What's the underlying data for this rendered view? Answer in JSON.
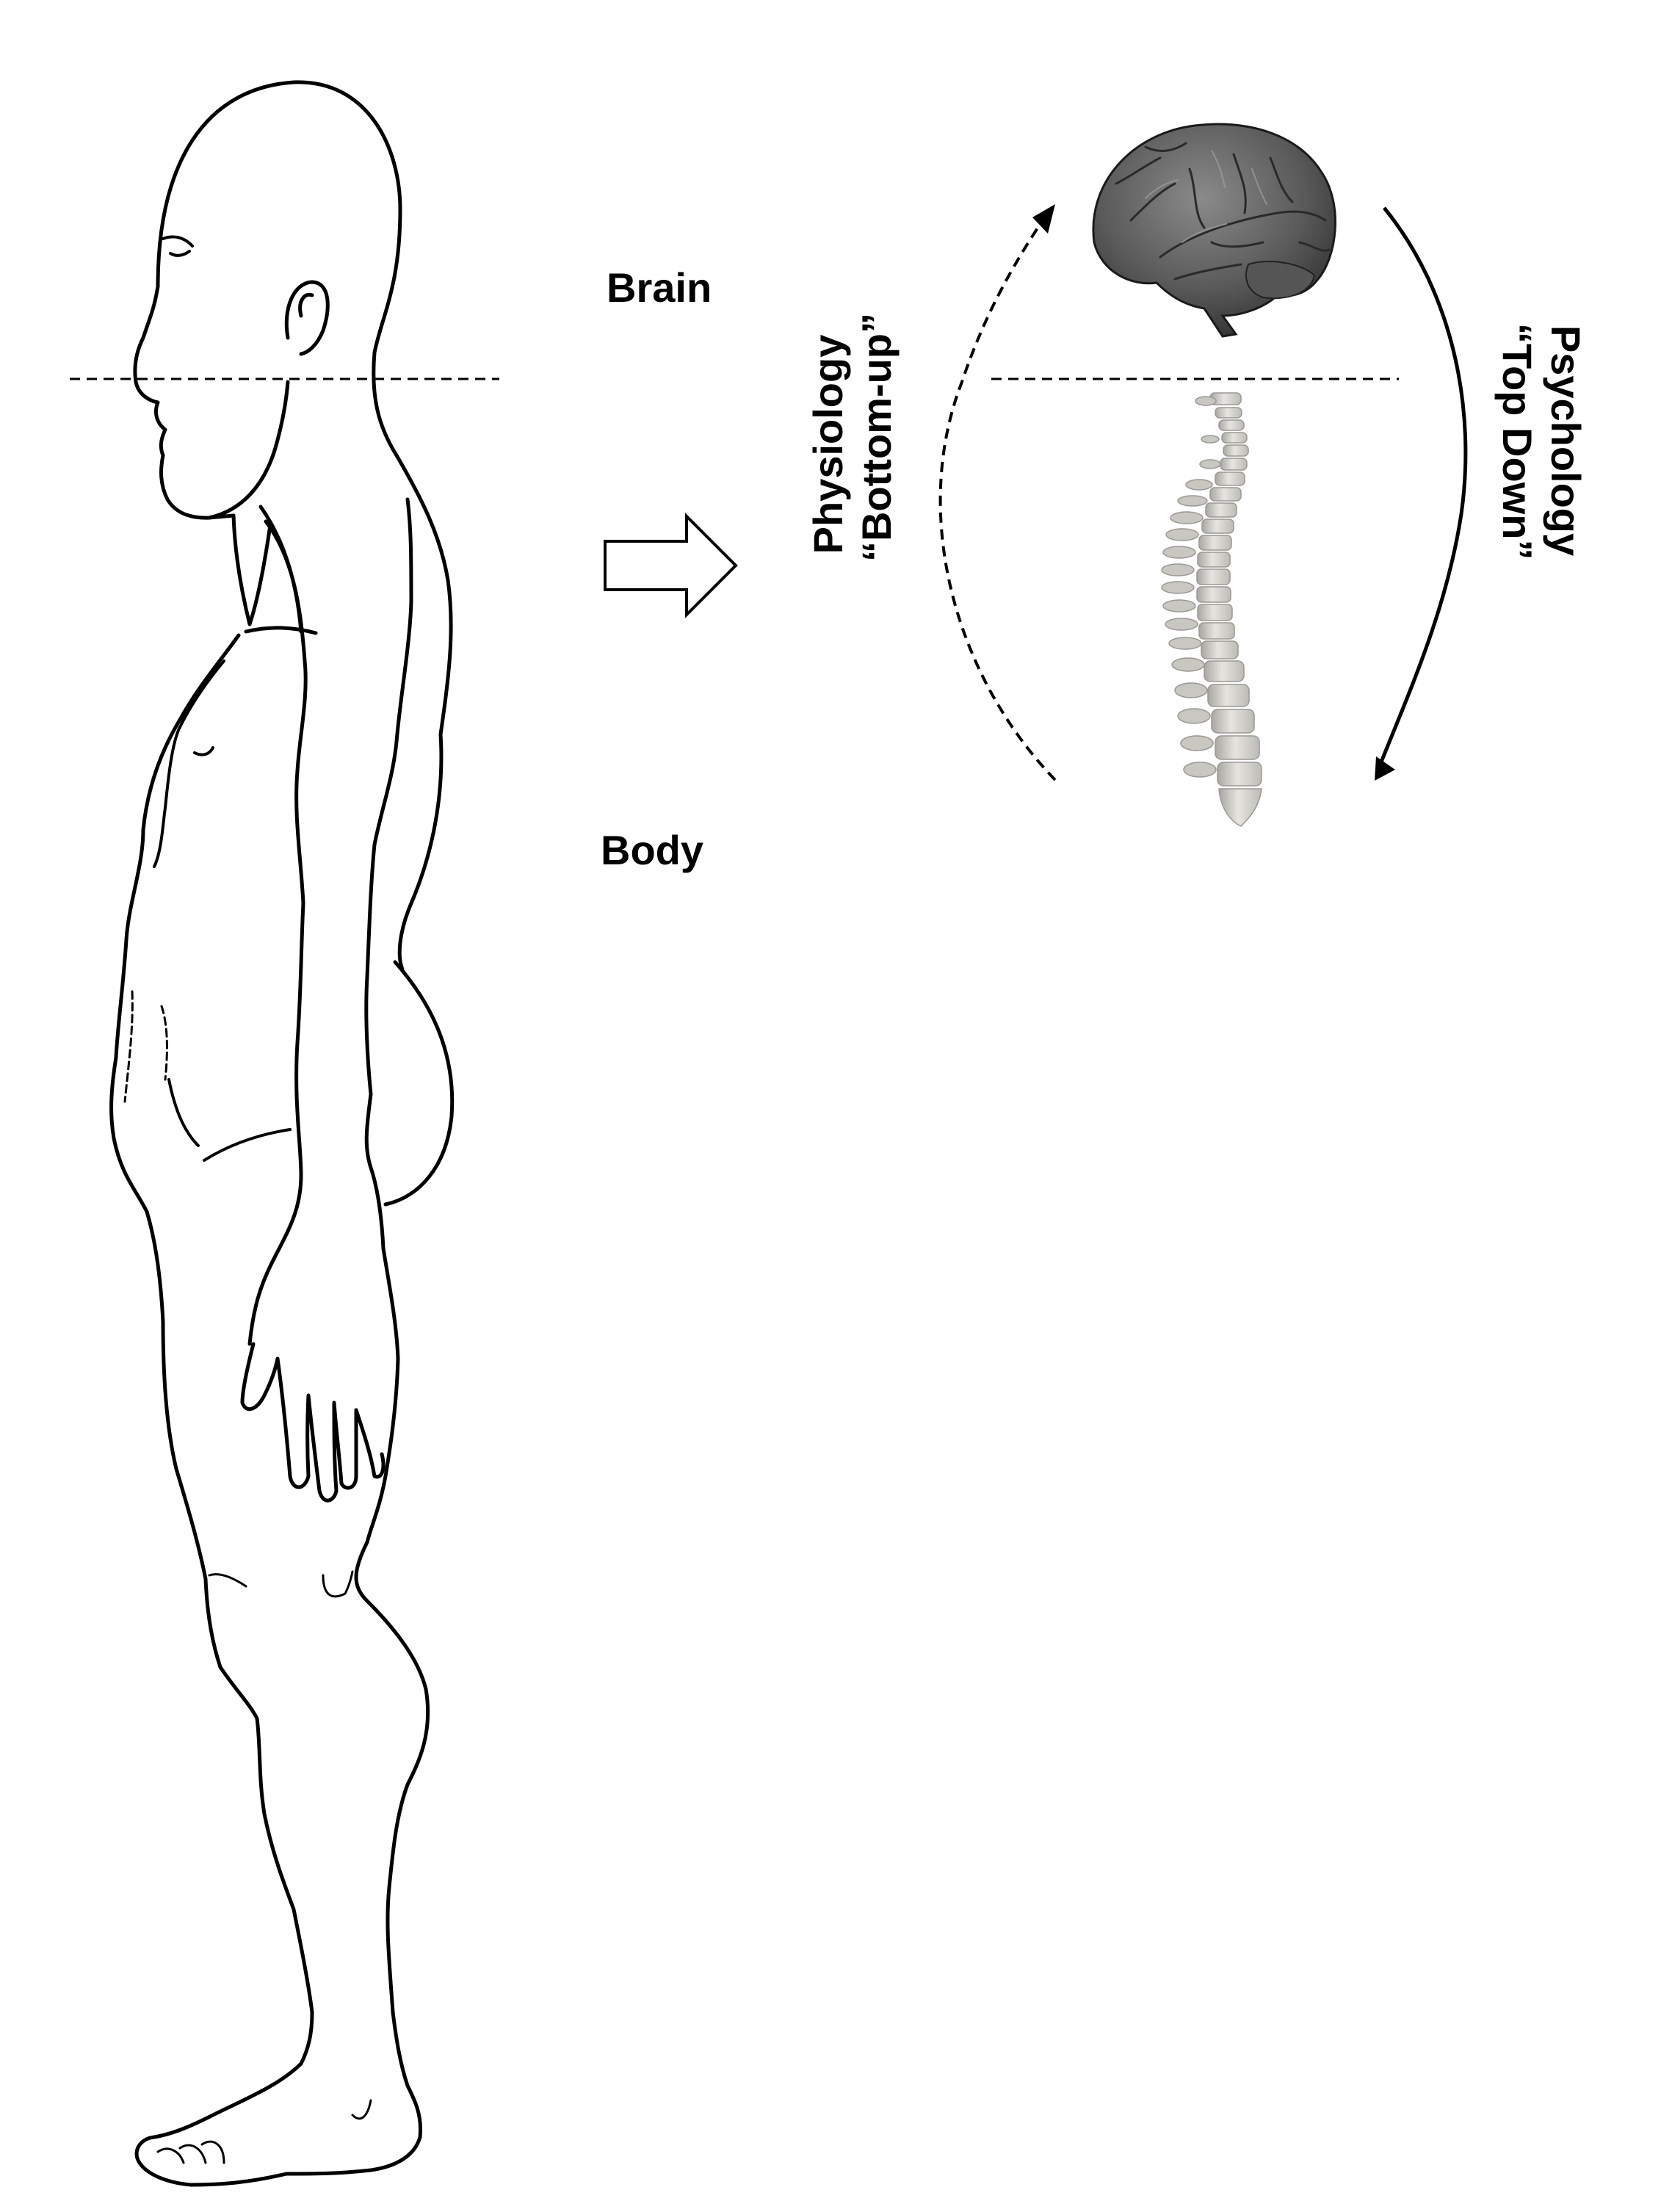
{
  "labels": {
    "brain": "Brain",
    "body": "Body"
  },
  "pathways": {
    "bottom_up": {
      "line1": "Physiology",
      "line2": "“Bottom-up”",
      "arrow_style": "dashed",
      "direction": "body-to-brain"
    },
    "top_down": {
      "line1": "Psychology",
      "line2": "“Top Down”",
      "arrow_style": "solid",
      "direction": "brain-to-body"
    }
  },
  "figures": {
    "human_figure": "human-side-profile-line-drawing",
    "brain_image": "brain-3d-render",
    "spine_image": "spine-3d-render",
    "transition_arrow": "hollow-right-arrow"
  },
  "colors": {
    "background": "#ffffff",
    "ink": "#000000",
    "brain_fill": "#5a5a5a",
    "brain_highlight": "#8a8a8a",
    "spine_fill": "#d9d7d2",
    "spine_shadow": "#a9a7a2"
  }
}
